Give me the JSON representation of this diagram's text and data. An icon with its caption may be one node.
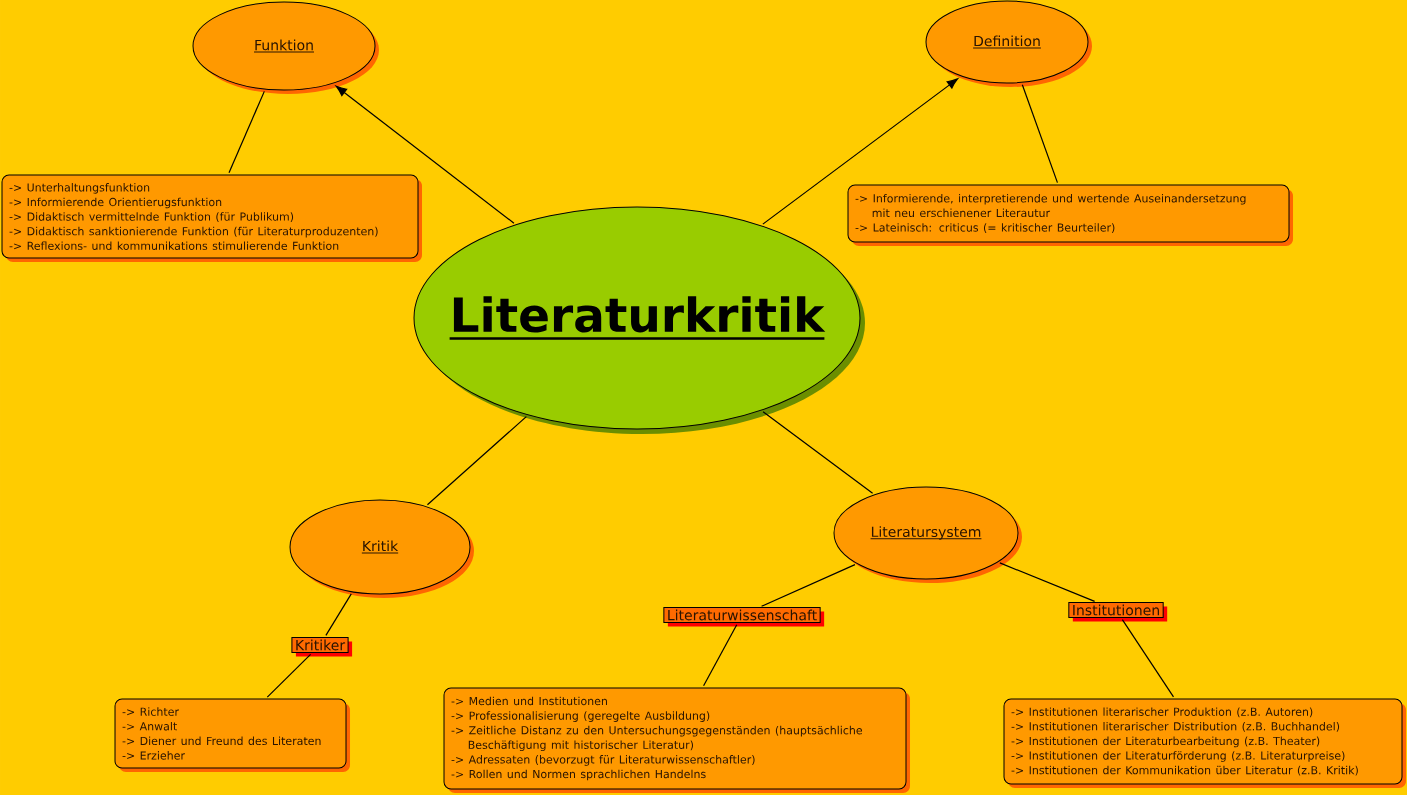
{
  "diagram": {
    "nodes": [
      {
        "text": [
          "Literaturkritik"
        ]
      },
      {
        "text": [
          "Funktion"
        ]
      },
      {
        "text": [
          "-> Unterhaltungsfunktion",
          "-> Informierende Orientierugsfunktion",
          "-> Didaktisch vermittelnde Funktion (für Publikum)",
          "-> Didaktisch sanktionierende Funktion (für Literaturproduzenten)",
          "-> Reflexions- und kommunikations stimulierende Funktion"
        ]
      },
      {
        "text": [
          "Definition"
        ]
      },
      {
        "text": [
          "-> Informierende, interpretierende und wertende Auseinandersetzung mit neu erschienener Literautur",
          "-> Lateinisch: criticus (= kritischer Beurteiler)"
        ]
      },
      {
        "text": [
          "Kritik"
        ]
      },
      {
        "text": [
          "Kritiker"
        ]
      },
      {
        "text": [
          "-> Richter",
          "-> Anwalt",
          "-> Diener und Freund des Literaten",
          "-> Erzieher"
        ]
      },
      {
        "text": [
          "Literatursystem"
        ]
      },
      {
        "text": [
          "Literaturwissenschaft"
        ]
      },
      {
        "text": [
          "-> Medien und Institutionen",
          "-> Professionalisierung (geregelte Ausbildung)",
          "-> Zeitliche Distanz zu den Untersuchungsgegenständen (hauptsächliche Beschäftigung mit historischer Literatur)",
          "-> Adressaten (bevorzugt für Literaturwissenschaftler)",
          "-> Rollen und Normen sprachlichen Handelns"
        ]
      },
      {
        "text": [
          "Institutionen"
        ]
      },
      {
        "text": [
          "-> Institutionen literarischer Produktion (z.B. Autoren)",
          "-> Institutionen literarischer Distribution (z.B. Buchhandel)",
          "-> Institutionen der Literaturbearbeitung (z.B. Theater)",
          "-> Institutionen der Literaturförderung (z.B. Literaturpreise)",
          "-> Institutionen der Kommunikation über Literatur (z.B. Kritik)"
        ]
      }
    ],
    "edges": [
      {
        "from": 0,
        "to": 1,
        "arrow": "to"
      },
      {
        "from": 0,
        "to": 3,
        "arrow": "to"
      },
      {
        "from": 1,
        "to": 2,
        "arrow": "none"
      },
      {
        "from": 3,
        "to": 4,
        "arrow": "none"
      },
      {
        "from": 0,
        "to": 5,
        "arrow": "none"
      },
      {
        "from": 0,
        "to": 8,
        "arrow": "none"
      },
      {
        "from": 5,
        "to": 6,
        "arrow": "none"
      },
      {
        "from": 6,
        "to": 7,
        "arrow": "none"
      },
      {
        "from": 8,
        "to": 9,
        "arrow": "none"
      },
      {
        "from": 9,
        "to": 10,
        "arrow": "none"
      },
      {
        "from": 8,
        "to": 11,
        "arrow": "none"
      },
      {
        "from": 11,
        "to": 12,
        "arrow": "none"
      }
    ]
  }
}
